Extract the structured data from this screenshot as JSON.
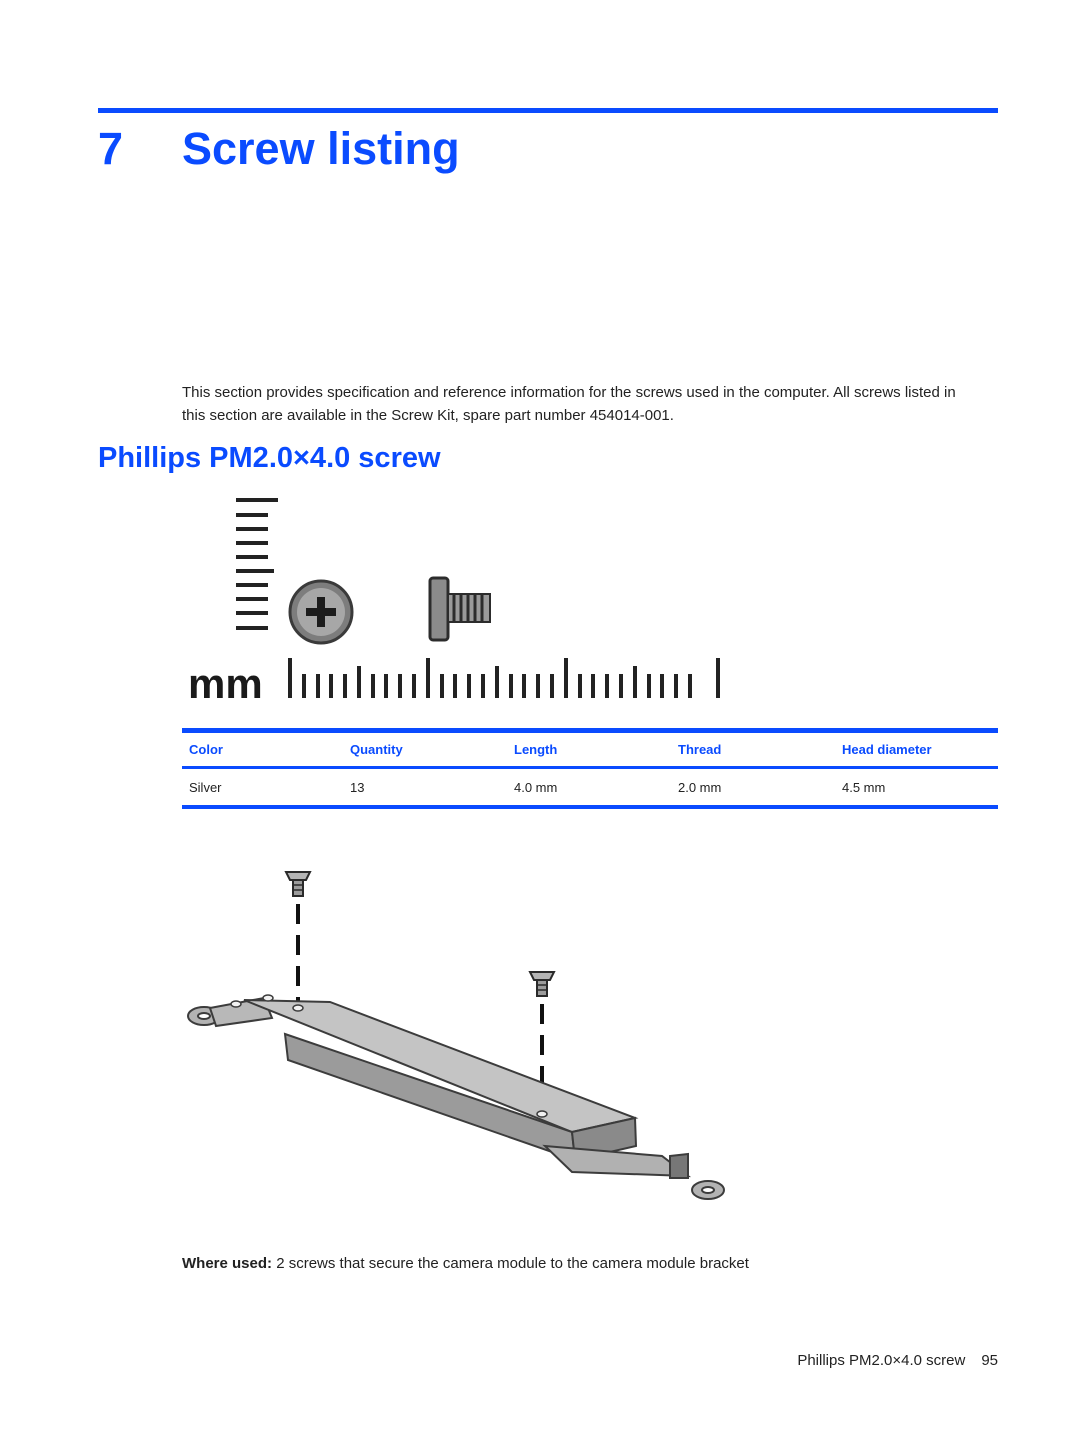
{
  "chapter": {
    "number": "7",
    "title": "Screw listing"
  },
  "intro": "This section provides specification and reference information for the screws used in the computer. All screws listed in this section are available in the Screw Kit, spare part number 454014-001.",
  "section": {
    "title": "Phillips PM2.0×4.0 screw"
  },
  "scale_figure": {
    "unit_label": "mm"
  },
  "spec_table": {
    "headers": [
      "Color",
      "Quantity",
      "Length",
      "Thread",
      "Head diameter"
    ],
    "rows": [
      [
        "Silver",
        "13",
        "4.0 mm",
        "2.0 mm",
        "4.5 mm"
      ]
    ]
  },
  "where_used": {
    "label": "Where used:",
    "text": "2 screws that secure the camera module to the camera module bracket"
  },
  "footer": {
    "running_title": "Phillips PM2.0×4.0 screw",
    "page_number": "95"
  },
  "colors": {
    "accent": "#0a4bff",
    "text": "#222222"
  }
}
